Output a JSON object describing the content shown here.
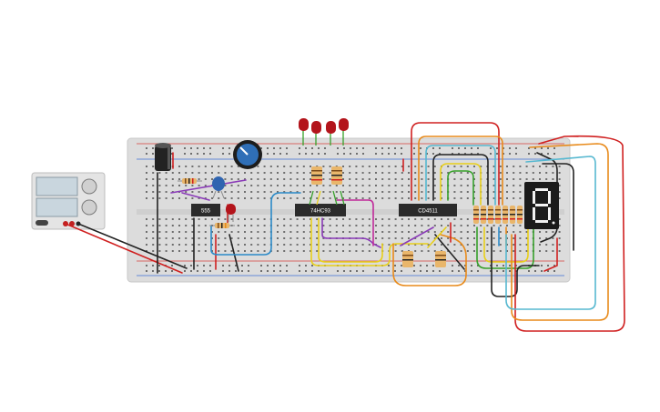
{
  "colors": {
    "breadboard": "#dcdcdc",
    "rail_red": "#d9433b",
    "rail_blue": "#3b6fd9",
    "hole": "#6e6e6e",
    "chip": "#2b2b2b",
    "psu_body": "#e4e4e4",
    "psu_display": "#c9d6de",
    "led": "#b3141b",
    "pot": "#2f6fb7",
    "capacitor": "#222222",
    "ceramic_cap": "#2f64b0",
    "resistor_body": "#e9b66b",
    "segment_display": "#1b1b1b",
    "segment": "#f2f2f2",
    "wire_red": "#d02020",
    "wire_black": "#222222",
    "wire_orange": "#e88a1a",
    "wire_yellow": "#e8cf1a",
    "wire_green": "#36a02a",
    "wire_blue": "#2a8ac8",
    "wire_cyan": "#56b8d0",
    "wire_purple": "#8a3ab8",
    "wire_magenta": "#c02a9a",
    "wire_brown": "#7a4a1a"
  },
  "chips": [
    {
      "label": "555"
    },
    {
      "label": "74HC93"
    },
    {
      "label": "CD4511"
    }
  ],
  "segment_display": {
    "digit": "8"
  },
  "icons": {
    "power_supply": "power-supply-icon",
    "led": "led-icon",
    "potentiometer": "potentiometer-icon",
    "capacitor": "capacitor-icon",
    "resistor": "resistor-icon",
    "seven_segment": "seven-segment-display-icon"
  }
}
